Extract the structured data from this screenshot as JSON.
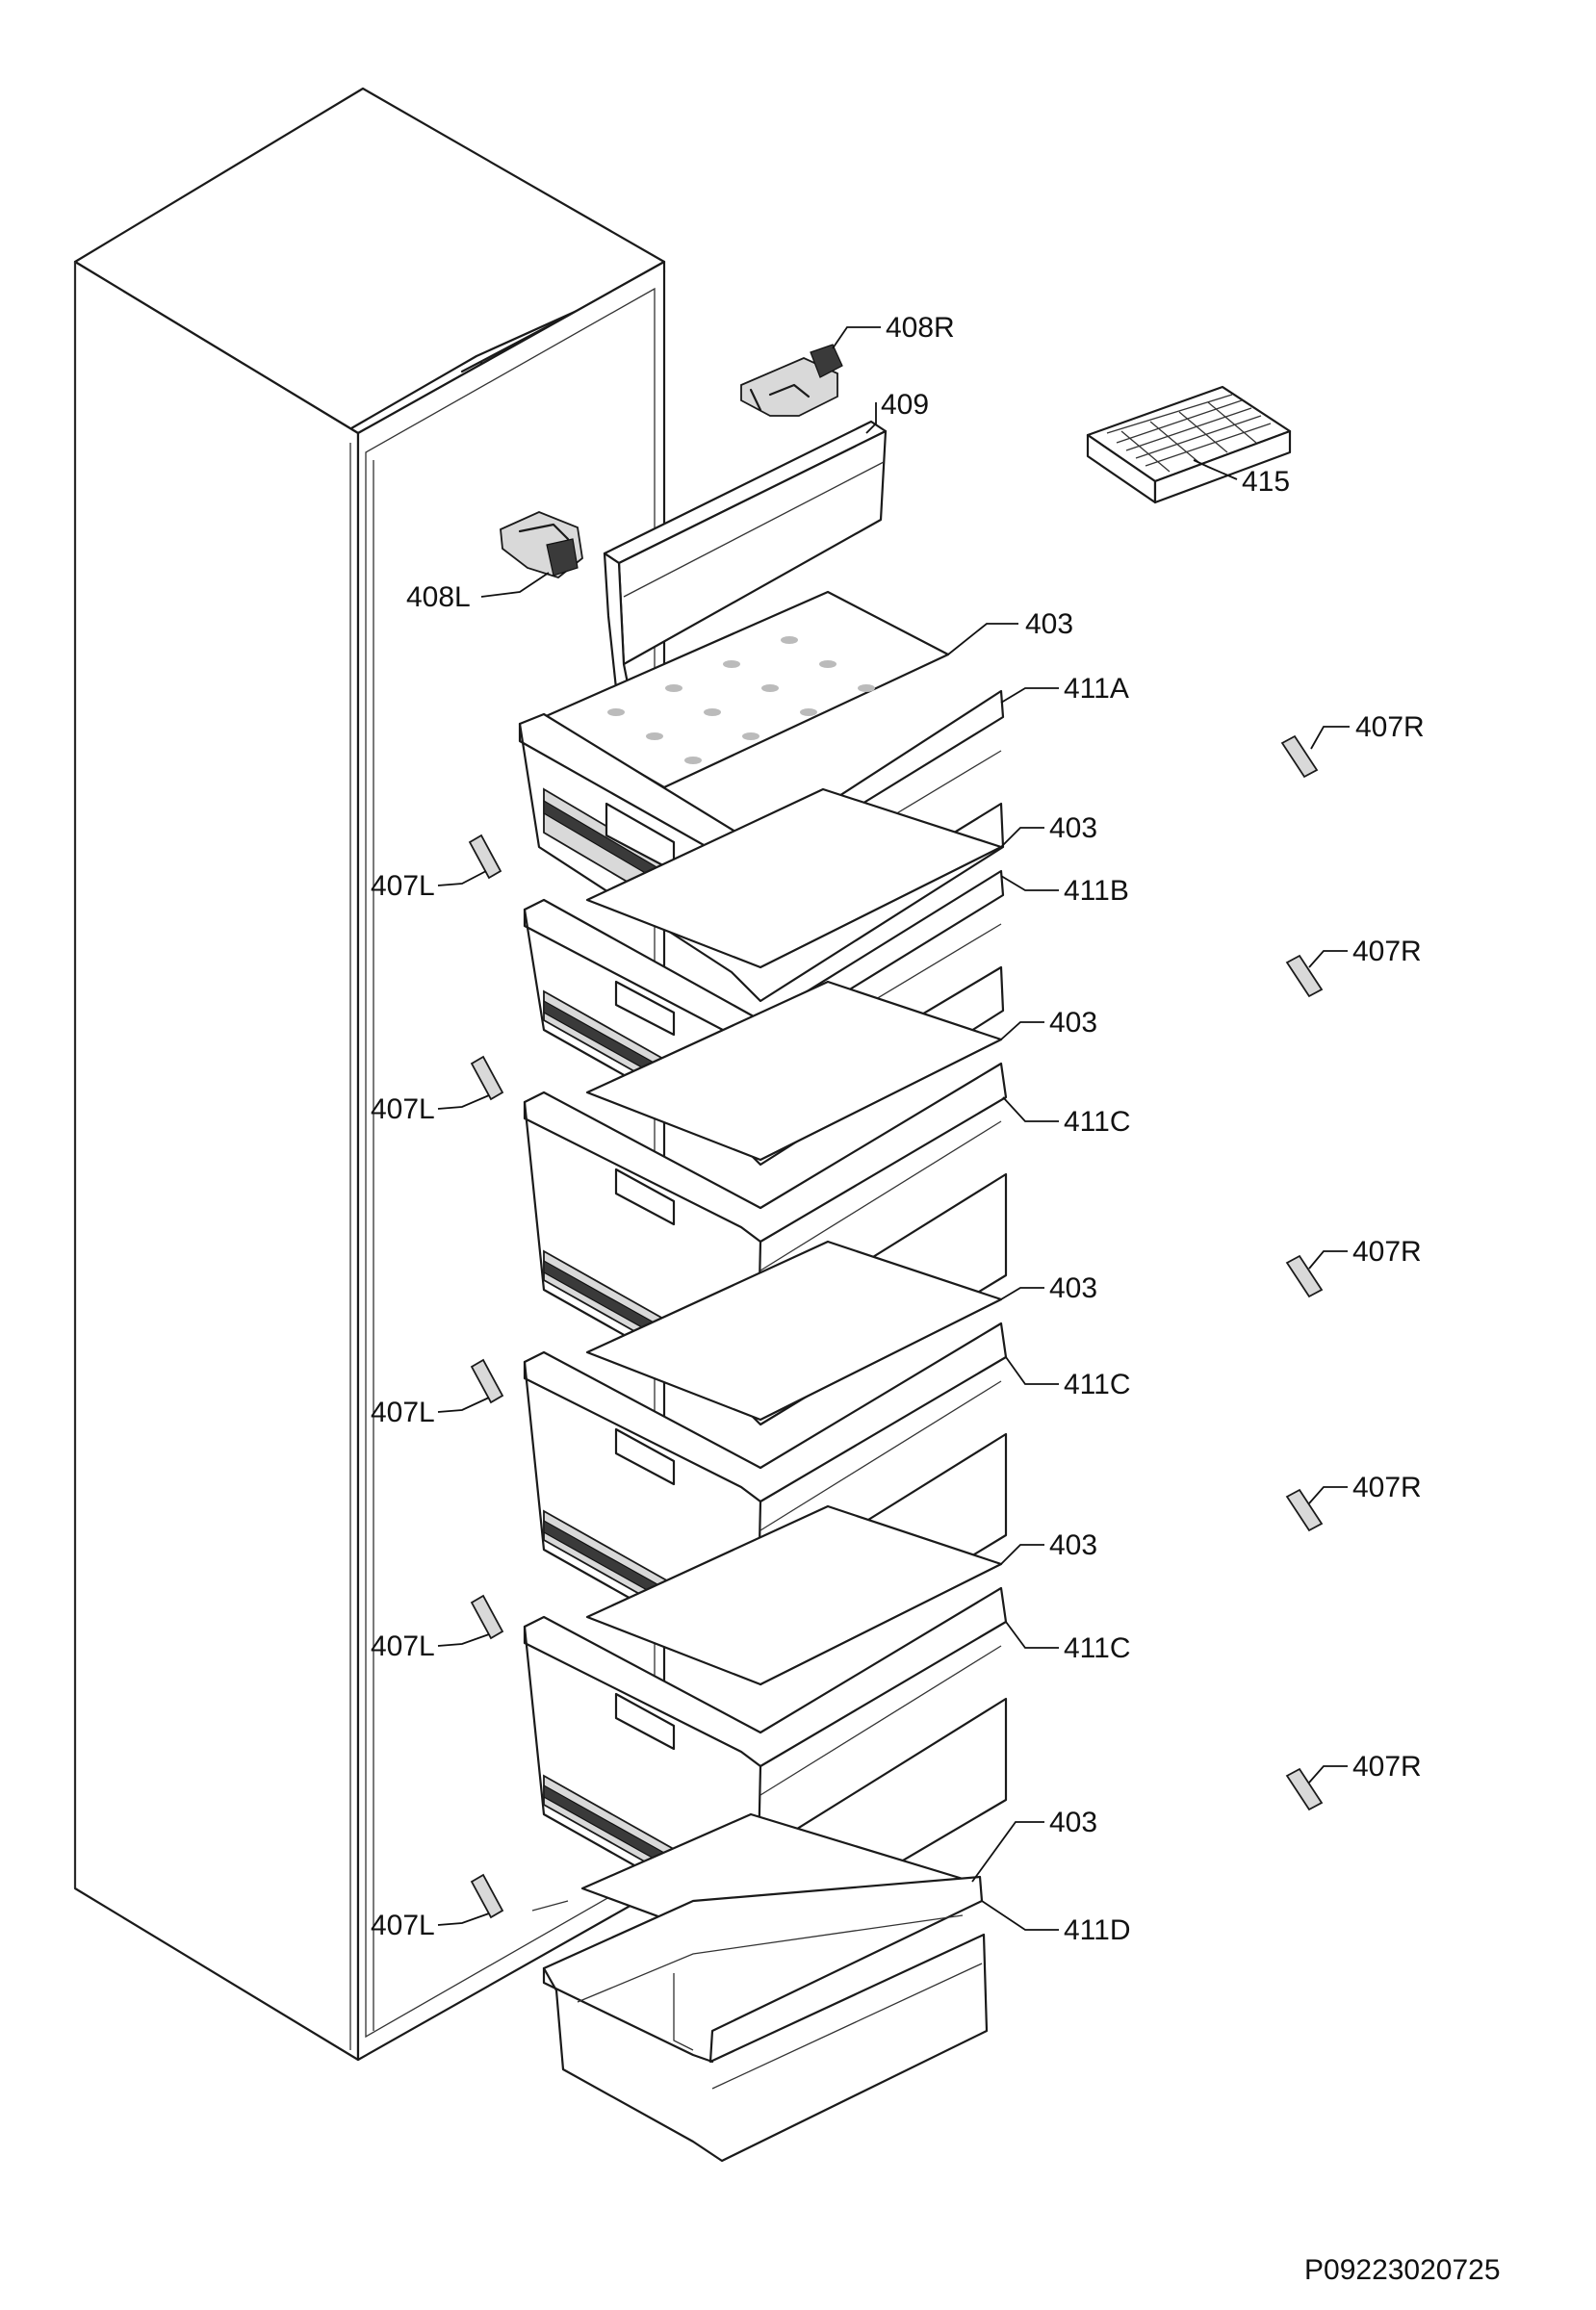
{
  "callouts": [
    {
      "id": "c408r",
      "label": "408R"
    },
    {
      "id": "c409",
      "label": "409"
    },
    {
      "id": "c415",
      "label": "415"
    },
    {
      "id": "c408l",
      "label": "408L"
    },
    {
      "id": "c403a",
      "label": "403"
    },
    {
      "id": "c411a",
      "label": "411A"
    },
    {
      "id": "c407r1",
      "label": "407R"
    },
    {
      "id": "c407l1",
      "label": "407L"
    },
    {
      "id": "c403b",
      "label": "403"
    },
    {
      "id": "c411b",
      "label": "411B"
    },
    {
      "id": "c407r2",
      "label": "407R"
    },
    {
      "id": "c403c",
      "label": "403"
    },
    {
      "id": "c407l2",
      "label": "407L"
    },
    {
      "id": "c411c1",
      "label": "411C"
    },
    {
      "id": "c407r3",
      "label": "407R"
    },
    {
      "id": "c403d",
      "label": "403"
    },
    {
      "id": "c411c2",
      "label": "411C"
    },
    {
      "id": "c407l3",
      "label": "407L"
    },
    {
      "id": "c407r4",
      "label": "407R"
    },
    {
      "id": "c403e",
      "label": "403"
    },
    {
      "id": "c407l4",
      "label": "407L"
    },
    {
      "id": "c411c3",
      "label": "411C"
    },
    {
      "id": "c407r5",
      "label": "407R"
    },
    {
      "id": "c403f",
      "label": "403"
    },
    {
      "id": "c407l5",
      "label": "407L"
    },
    {
      "id": "c411d",
      "label": "411D"
    }
  ],
  "drawing_code": "P09223020725"
}
